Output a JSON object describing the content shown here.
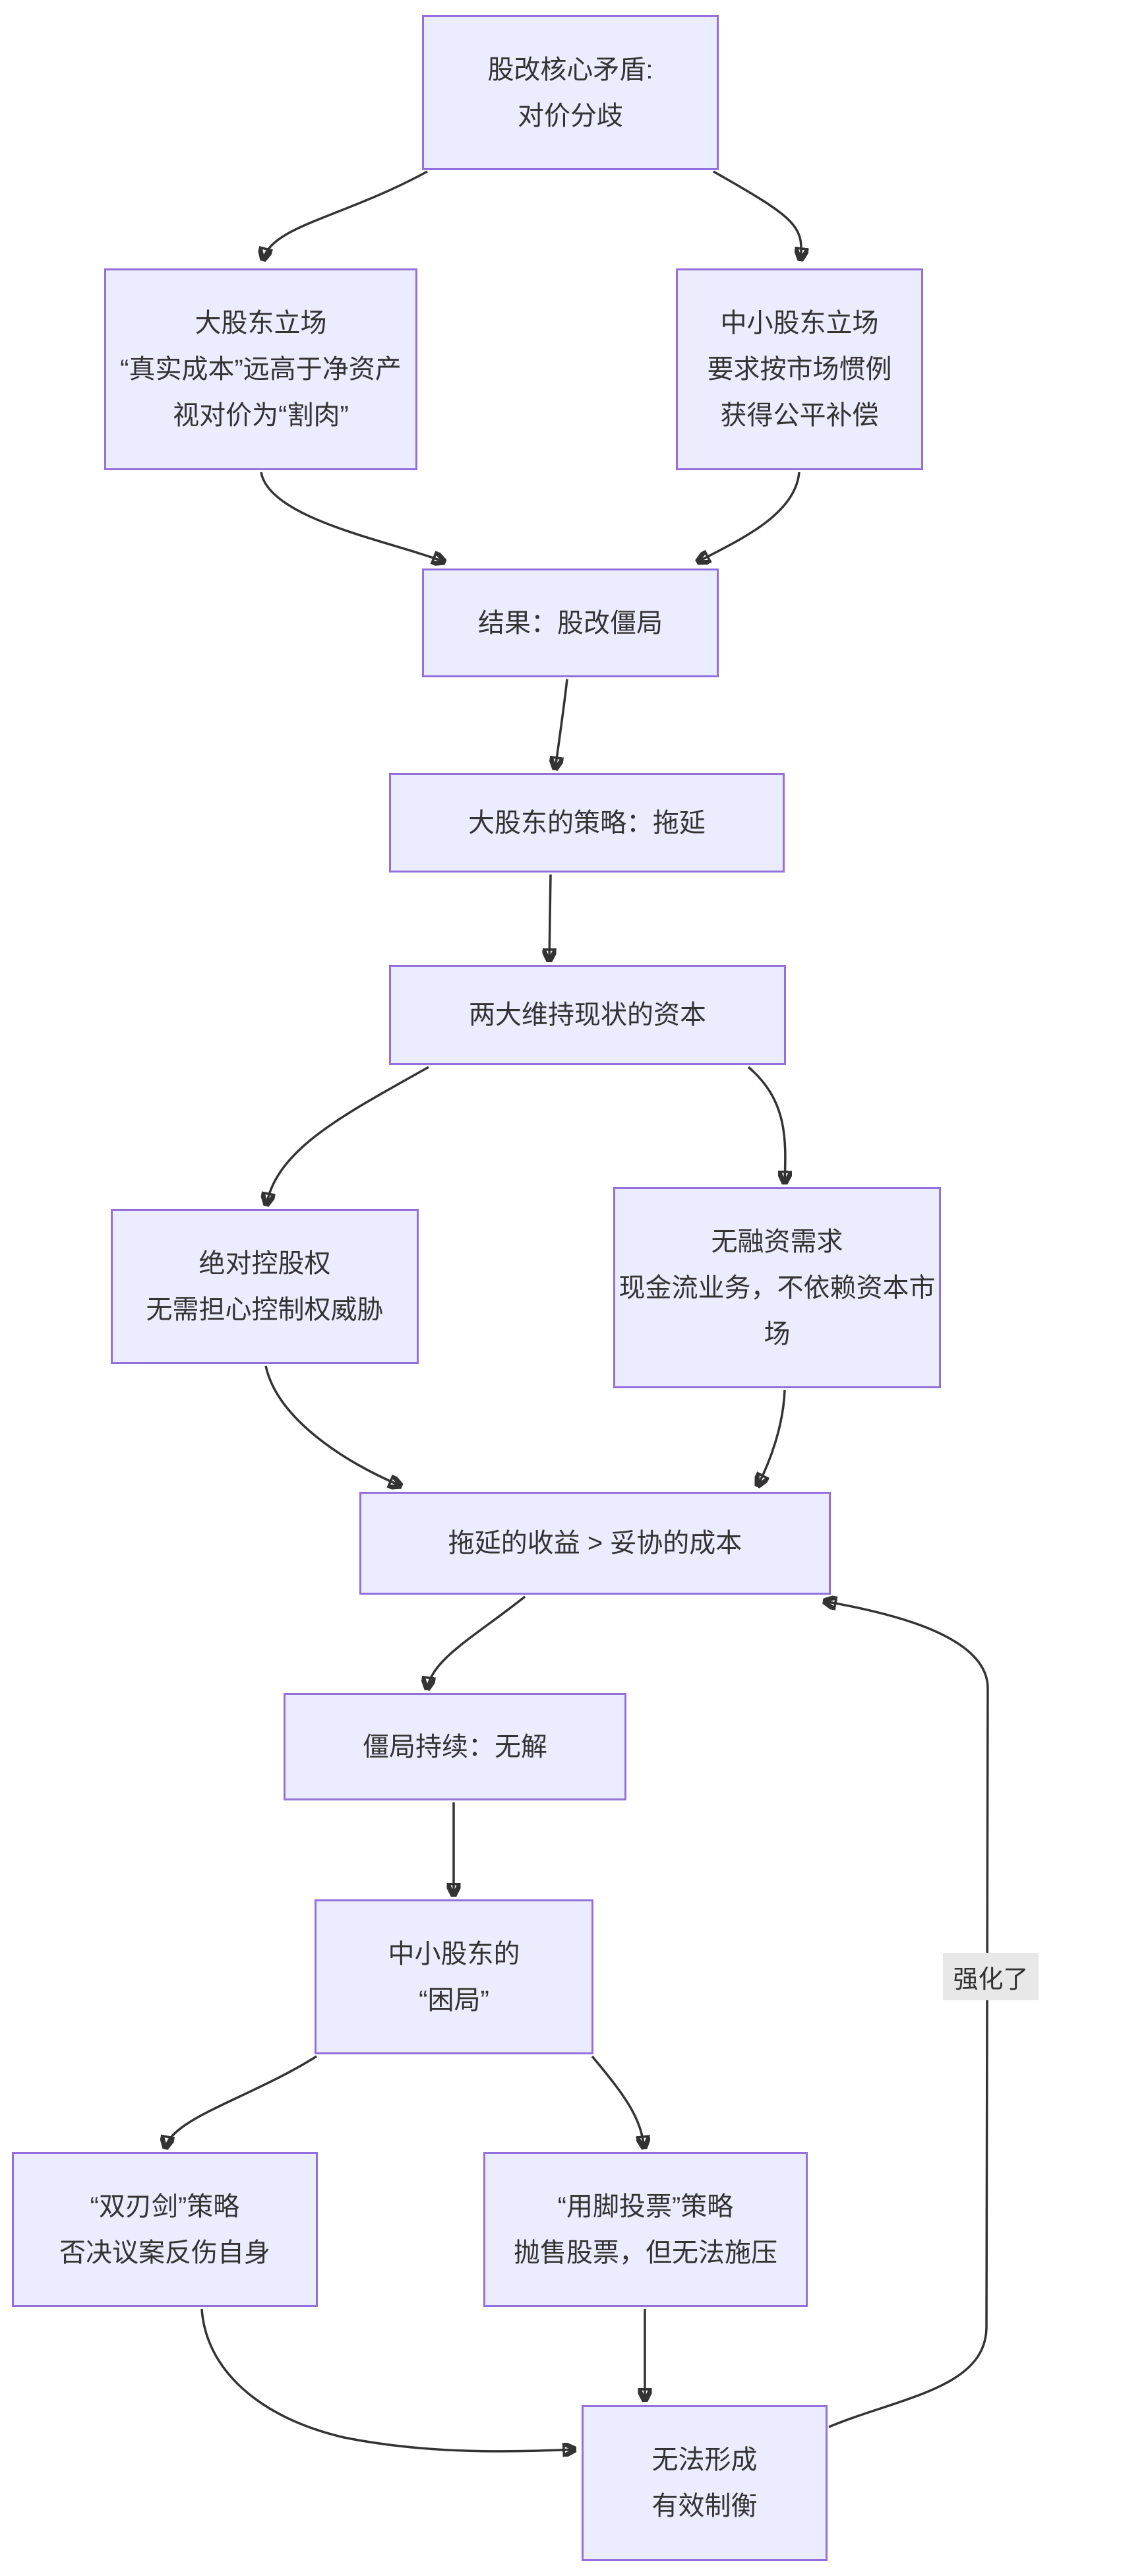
{
  "diagram": {
    "type": "flowchart",
    "direction": "top-down",
    "nodes": {
      "core": {
        "text": "股改核心矛盾:\n对价分歧"
      },
      "major": {
        "text": "大股东立场\n“真实成本”远高于净资产\n视对价为“割肉”"
      },
      "minor": {
        "text": "中小股东立场\n要求按市场惯例\n获得公平补偿"
      },
      "result": {
        "text": "结果：股改僵局"
      },
      "strategy": {
        "text": "大股东的策略：拖延"
      },
      "capital": {
        "text": "两大维持现状的资本"
      },
      "control": {
        "text": "绝对控股权\n无需担心控制权威胁"
      },
      "nofinance": {
        "text": "无融资需求\n现金流业务，不依赖资本市\n场"
      },
      "benefit": {
        "text": "拖延的收益 > 妥协的成本"
      },
      "deadlock": {
        "text": "僵局持续：无解"
      },
      "dilemma": {
        "text": "中小股东的\n“困局”"
      },
      "sword": {
        "text": "“双刃剑”策略\n否决议案反伤自身"
      },
      "vote": {
        "text": "“用脚投票”策略\n抛售股票，但无法施压"
      },
      "nobalance": {
        "text": "无法形成\n有效制衡"
      }
    },
    "edges": [
      {
        "from": "core",
        "to": "major"
      },
      {
        "from": "core",
        "to": "minor"
      },
      {
        "from": "major",
        "to": "result"
      },
      {
        "from": "minor",
        "to": "result"
      },
      {
        "from": "result",
        "to": "strategy"
      },
      {
        "from": "strategy",
        "to": "capital"
      },
      {
        "from": "capital",
        "to": "control"
      },
      {
        "from": "capital",
        "to": "nofinance"
      },
      {
        "from": "control",
        "to": "benefit"
      },
      {
        "from": "nofinance",
        "to": "benefit"
      },
      {
        "from": "benefit",
        "to": "deadlock"
      },
      {
        "from": "deadlock",
        "to": "dilemma"
      },
      {
        "from": "dilemma",
        "to": "sword"
      },
      {
        "from": "dilemma",
        "to": "vote"
      },
      {
        "from": "sword",
        "to": "nobalance"
      },
      {
        "from": "vote",
        "to": "nobalance"
      },
      {
        "from": "nobalance",
        "to": "benefit",
        "label": "强化了"
      }
    ],
    "edge_label": "强化了"
  },
  "colors": {
    "node_fill": "#ECECFF",
    "node_border": "#9370DB",
    "edge_line": "#333333",
    "text": "#333333",
    "edge_label_bg": "#E8E8E8",
    "background": "#FFFFFF"
  }
}
